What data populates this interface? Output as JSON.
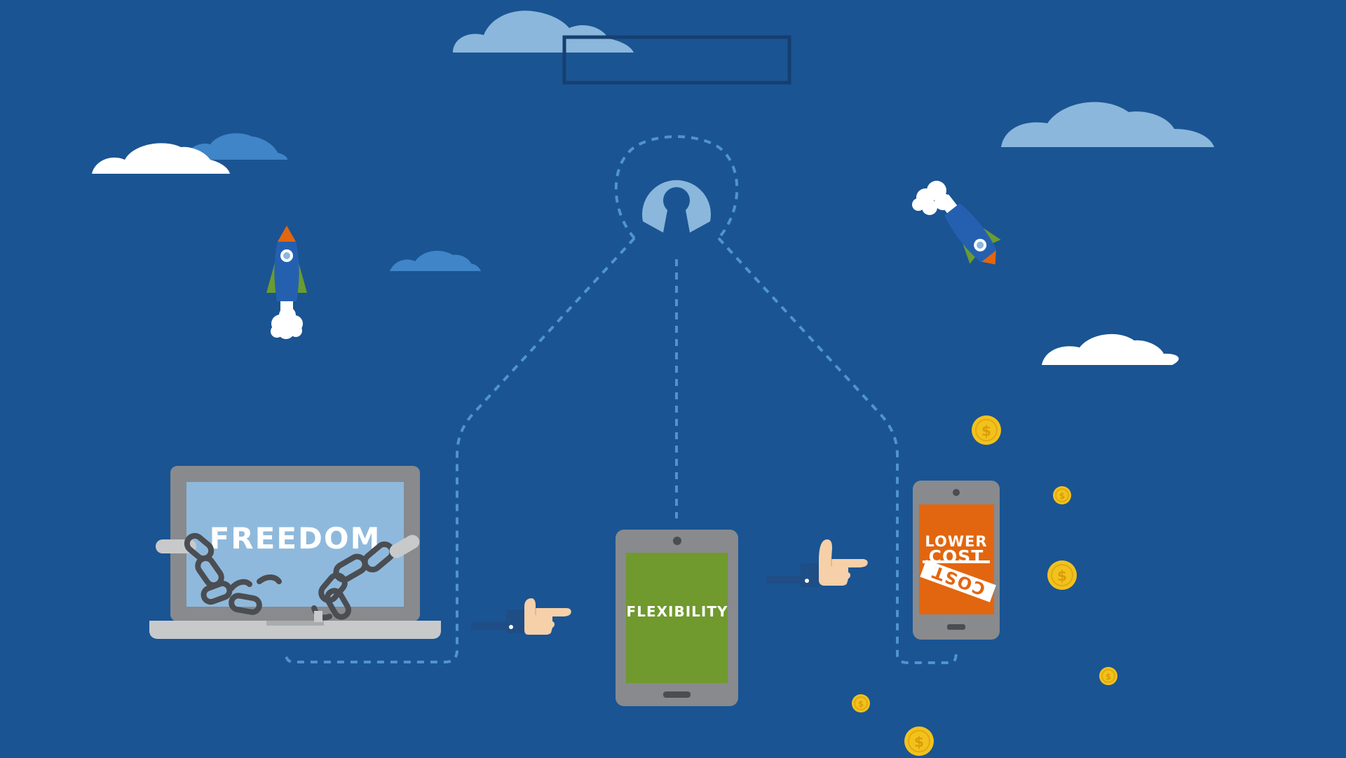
{
  "colors": {
    "background": "#1a5493",
    "cloud_light": "#ffffff",
    "cloud_pale": "#8ab7db",
    "cloud_mid": "#3f85c8",
    "device_gray": "#888a8d",
    "device_dark": "#6d6f72",
    "laptop_screen": "#8fb9dc",
    "tablet_screen": "#70992e",
    "phone_screen": "#e2660f",
    "dashed_line": "#4f93d2",
    "chain": "#4a4d52",
    "coin": "#f2c21c",
    "rocket_body": "#2560b0",
    "rocket_fin": "#6a9c2f",
    "rocket_nose": "#e2660f",
    "sleeve": "#1f4d86",
    "skin": "#f6d0a8"
  },
  "labels": {
    "laptop": "FREEDOM",
    "tablet": "FLEXIBILITY",
    "phone_line1": "LOWER",
    "phone_line2": "COST",
    "phone_line3": "COST"
  },
  "icons": {
    "center": "open-source-logo-icon",
    "rocket": "rocket-icon",
    "hand": "pointing-hand-icon",
    "coin": "dollar-coin-icon",
    "chain": "broken-chain-icon"
  }
}
